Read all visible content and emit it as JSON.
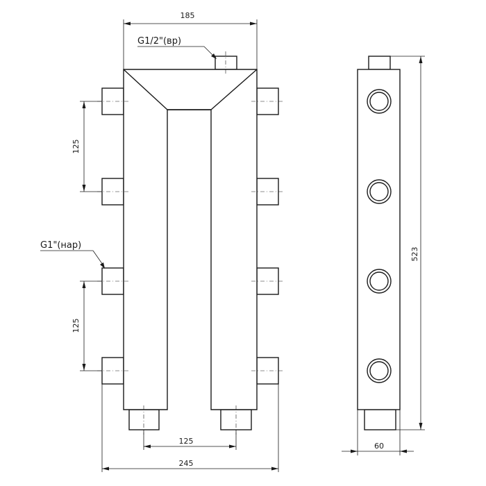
{
  "dimensions": {
    "top_width": "185",
    "pitch_upper": "125",
    "pitch_lower": "125",
    "bottom_pitch": "125",
    "overall_width": "245",
    "height": "523",
    "depth": "60"
  },
  "callouts": {
    "top_thread": "G1/2\"(вр)",
    "side_thread": "G1\"(нар)"
  }
}
